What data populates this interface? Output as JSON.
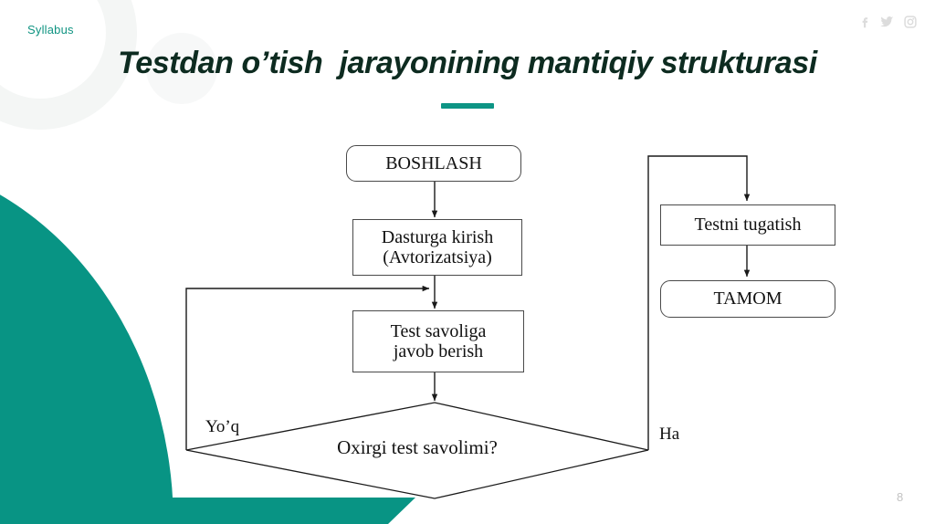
{
  "slide": {
    "eyebrow": "Syllabus",
    "title": "Testdan o’tish  jarayonining mantiqiy strukturasi",
    "page_number": "8",
    "accent_color": "#089484",
    "title_color": "#0d2b20",
    "eyebrow_color": "#109482"
  },
  "social": [
    {
      "name": "facebook-icon",
      "glyph": "f"
    },
    {
      "name": "twitter-icon",
      "glyph": "twitter-bird"
    },
    {
      "name": "instagram-icon",
      "glyph": "camera"
    }
  ],
  "flowchart": {
    "type": "flowchart",
    "nodes": [
      {
        "id": "boshlash",
        "shape": "terminal",
        "label": "BOSHLASH"
      },
      {
        "id": "dasturga",
        "shape": "process",
        "label": "Dasturga kirish\n(Avtorizatsiya)",
        "line1": "Dasturga kirish",
        "line2": "(Avtorizatsiya)"
      },
      {
        "id": "test",
        "shape": "process",
        "label": "Test savoliga\njavob berish",
        "line1": "Test savoliga",
        "line2": "javob berish"
      },
      {
        "id": "oxirgi",
        "shape": "decision",
        "label": "Oxirgi test savolimi?"
      },
      {
        "id": "tugatish",
        "shape": "process",
        "label": "Testni tugatish"
      },
      {
        "id": "tamom",
        "shape": "terminal",
        "label": "TAMOM"
      }
    ],
    "edges": [
      {
        "from": "boshlash",
        "to": "dasturga",
        "label": ""
      },
      {
        "from": "dasturga",
        "to": "test",
        "label": ""
      },
      {
        "from": "test",
        "to": "oxirgi",
        "label": ""
      },
      {
        "from": "oxirgi",
        "to": "test",
        "label": "Yo’q"
      },
      {
        "from": "oxirgi",
        "to": "tugatish",
        "label": "Ha"
      },
      {
        "from": "tugatish",
        "to": "tamom",
        "label": ""
      }
    ],
    "labels": {
      "no": "Yo’q",
      "yes": "Ha",
      "decision": "Oxirgi test savolimi?"
    }
  }
}
